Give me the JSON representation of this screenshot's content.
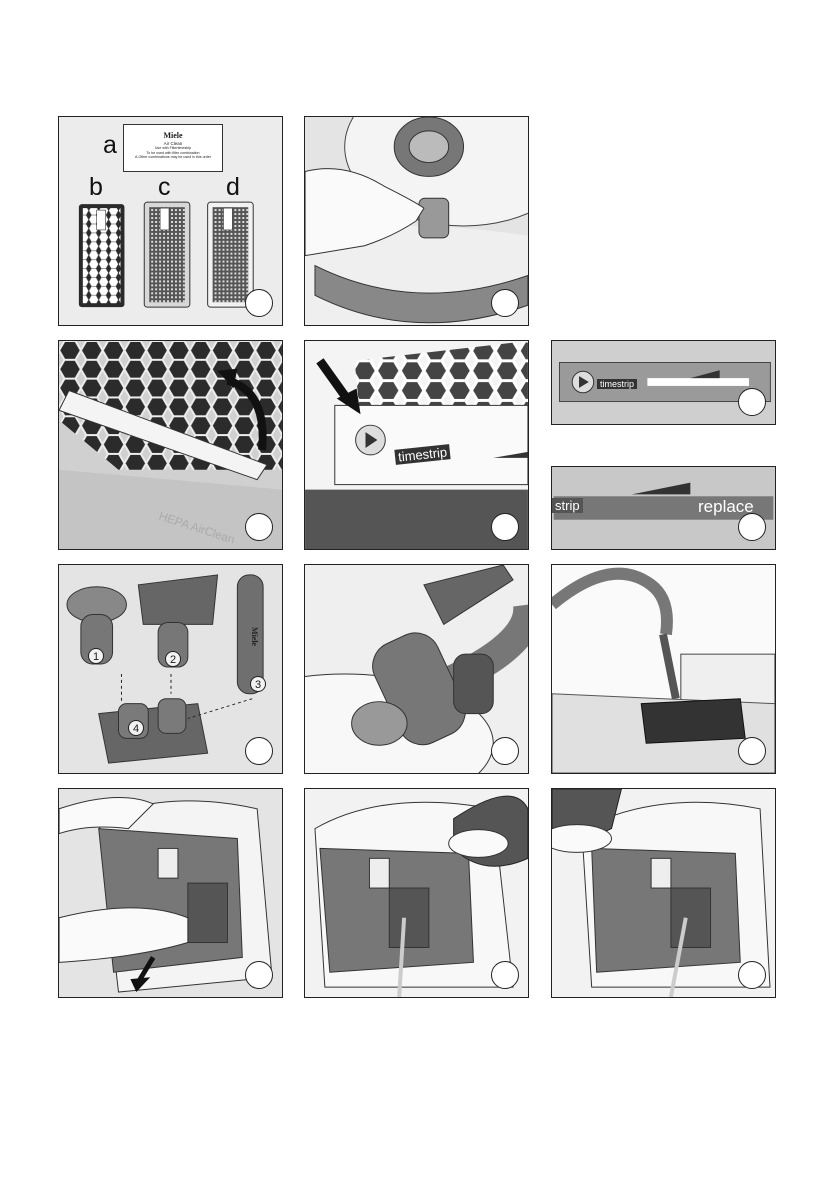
{
  "panel1": {
    "labels": [
      "a",
      "b",
      "c",
      "d"
    ],
    "card": {
      "brand": "Miele",
      "product": "Air Clean",
      "lines": [
        "Use with Filtertimestrip",
        "To be used with filter combination",
        "A.Other combinations may be used in this order"
      ]
    }
  },
  "timestrip": {
    "label": "timestrip",
    "label_short": "strip",
    "replace": "replace"
  },
  "accessories": {
    "numbers": [
      "1",
      "2",
      "3",
      "4"
    ],
    "brand": "Miele"
  },
  "nozzle_brand": "Miele",
  "filter_watermark": "HEPA AirClean",
  "colors": {
    "panel_bg": "#e4e4e4",
    "dark": "#333333",
    "accent_strip": "#555555"
  }
}
